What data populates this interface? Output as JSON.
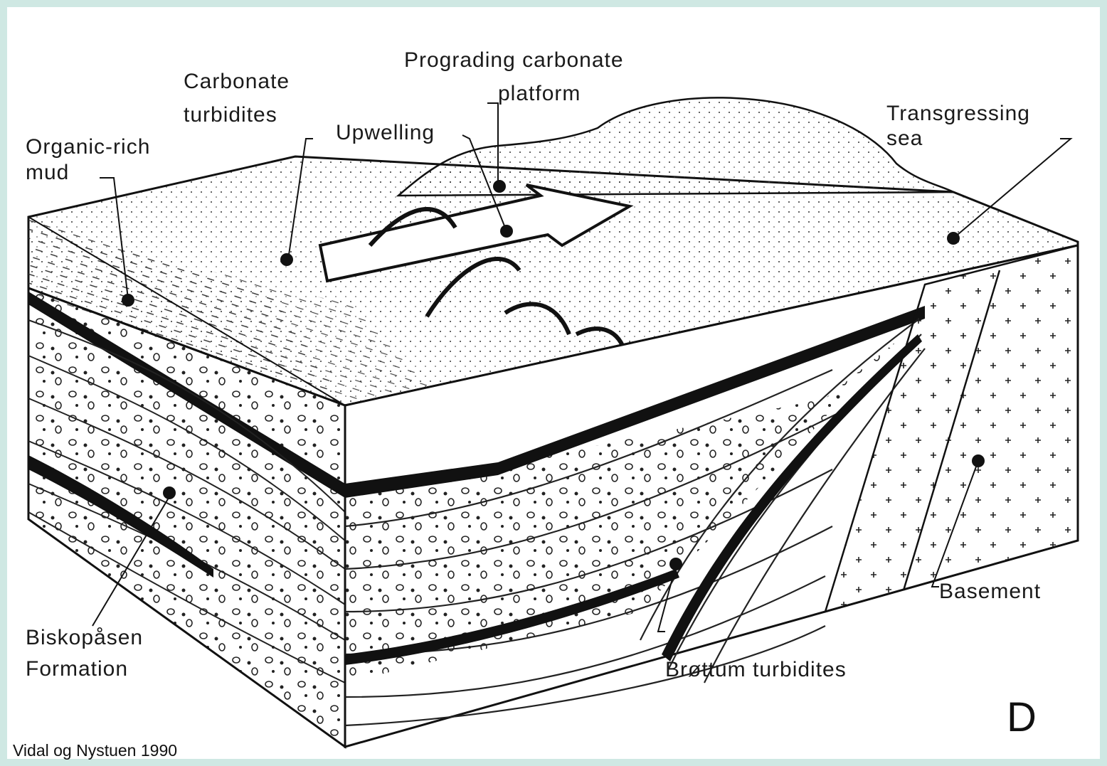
{
  "labels": {
    "prograding_line1": "Prograding carbonate",
    "prograding_line2": "platform",
    "carbonate_line1": "Carbonate",
    "carbonate_line2": "turbidites",
    "upwelling": "Upwelling",
    "transgressing_line1": "Transgressing",
    "transgressing_line2": "sea",
    "organic_line1": "Organic-rich",
    "organic_line2": "mud",
    "biskopasen_line1": "Biskopåsen",
    "biskopasen_line2": "Formation",
    "brottum": "Brøttum turbidites",
    "basement": "Basement"
  },
  "panel_letter": "D",
  "credit": "Vidal og Nystuen 1990",
  "colors": {
    "frame": "#cfe8e3",
    "ink": "#1a1a1a"
  }
}
